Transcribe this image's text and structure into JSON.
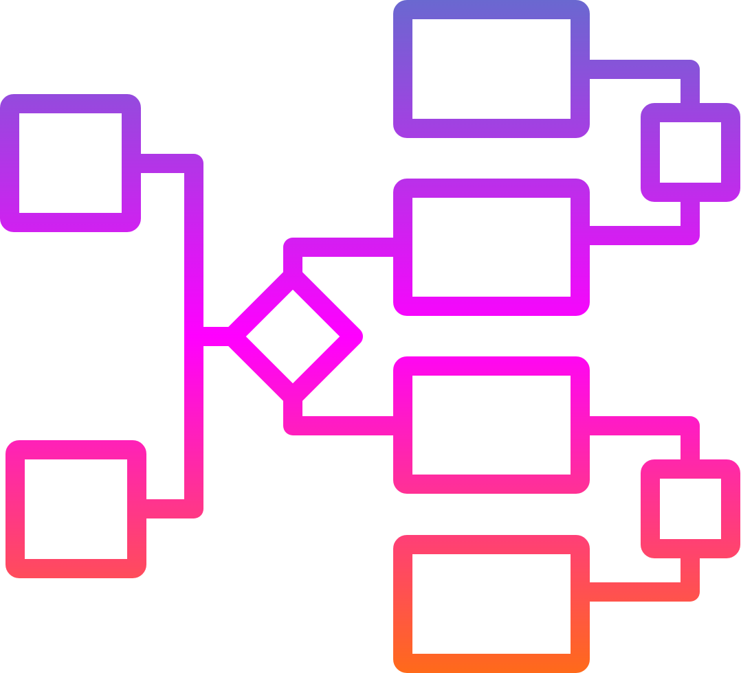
{
  "icon": {
    "name": "flowchart-icon",
    "style": "line",
    "gradient": {
      "direction": "top-to-bottom",
      "stops": [
        {
          "offset": 0,
          "color": "#6a68d0"
        },
        {
          "offset": 0.5,
          "color": "#ff00ff"
        },
        {
          "offset": 1,
          "color": "#ff6a1a"
        }
      ]
    },
    "background": "#ffffff",
    "elements": [
      "left-top-box",
      "left-bottom-box",
      "decision-diamond",
      "right-box-1",
      "right-box-2",
      "right-box-3",
      "right-box-4",
      "right-small-box-top",
      "right-small-box-bottom"
    ]
  }
}
